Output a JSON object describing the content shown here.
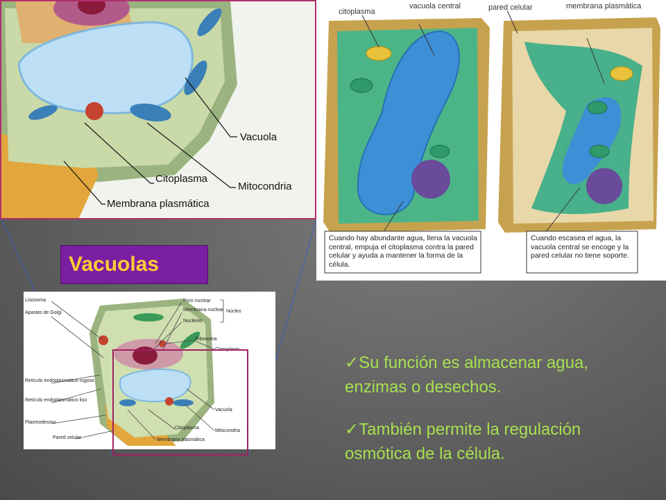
{
  "title": "Vacuolas",
  "bullets": [
    "Su función es almacenar agua, enzimas o desechos.",
    "También permite la regulación osmótica de la célula."
  ],
  "zoom_labels": {
    "vacuola": "Vacuola",
    "citoplasma": "Citoplasma",
    "mitocondria": "Mitocondria",
    "membrana": "Membrana plasmática"
  },
  "compare_labels": {
    "citoplasma": "citoplasma",
    "vacuola_central": "vacuola central",
    "pared_celular": "pared celular",
    "membrana_plasmatica": "membrana plasmática",
    "caption_left": "Cuando hay abundante agua, llena la vacuola central, empuja el citoplasma contra la pared celular y ayuda a mantener la forma de la célula.",
    "caption_right": "Cuando escasea el agua, la vacuola central se encoge y la pared celular no tiene soporte."
  },
  "small_labels": {
    "lisosoma": "Lisosoma",
    "golgi": "Aparato de Golgi",
    "ret_rugoso": "Retículo endoplasmático rugoso",
    "ret_liso": "Retículo endoplasmático liso",
    "plasmodesmo": "Plasmodesmo",
    "pared": "Pared celular",
    "poro": "Poro nuclear",
    "membrana_nuclear": "Membrana nuclear",
    "nucleolo": "Nucléolo",
    "nucleo": "Núcleo",
    "ribosoma": "Ribosoma",
    "cloroplasto": "Cloroplasto",
    "vacuola": "Vacuola",
    "citoplasma": "Citoplasma",
    "mitocondria": "Mitocondria",
    "membrana_plasmatica": "Membrana plasmática"
  },
  "colors": {
    "title_bg": "#7a1fa2",
    "title_text": "#ffcc33",
    "bullet_text": "#a6e050",
    "frame": "#b0306a"
  }
}
